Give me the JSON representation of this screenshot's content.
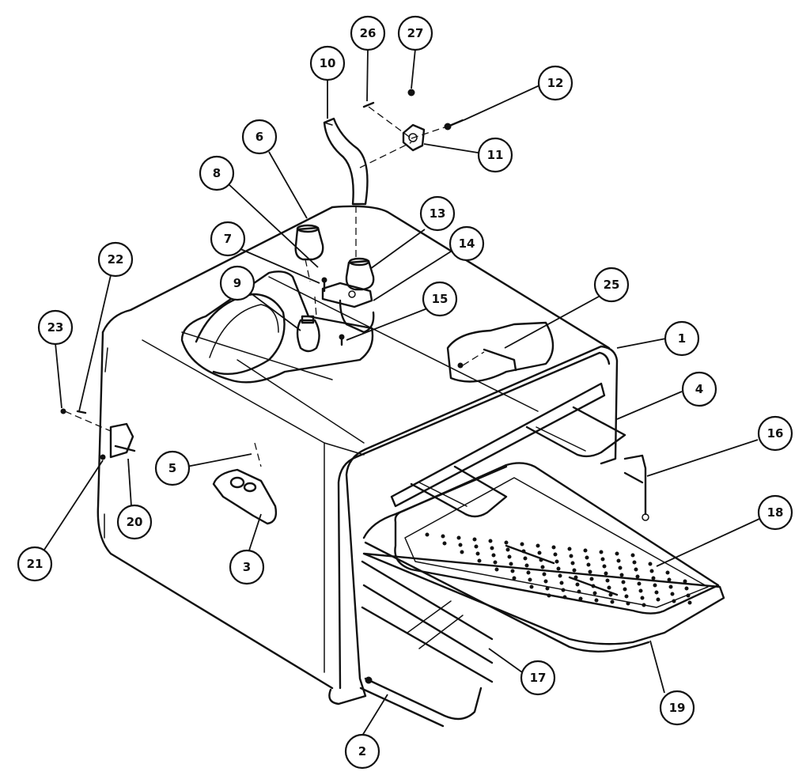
{
  "callouts": [
    {
      "id": "1",
      "label": "1"
    },
    {
      "id": "2",
      "label": "2"
    },
    {
      "id": "3",
      "label": "3"
    },
    {
      "id": "4",
      "label": "4"
    },
    {
      "id": "5",
      "label": "5"
    },
    {
      "id": "6",
      "label": "6"
    },
    {
      "id": "7",
      "label": "7"
    },
    {
      "id": "8",
      "label": "8"
    },
    {
      "id": "9",
      "label": "9"
    },
    {
      "id": "10",
      "label": "10"
    },
    {
      "id": "11",
      "label": "11"
    },
    {
      "id": "12",
      "label": "12"
    },
    {
      "id": "13",
      "label": "13"
    },
    {
      "id": "14",
      "label": "14"
    },
    {
      "id": "15",
      "label": "15"
    },
    {
      "id": "16",
      "label": "16"
    },
    {
      "id": "17",
      "label": "17"
    },
    {
      "id": "18",
      "label": "18"
    },
    {
      "id": "19",
      "label": "19"
    },
    {
      "id": "20",
      "label": "20"
    },
    {
      "id": "21",
      "label": "21"
    },
    {
      "id": "22",
      "label": "22"
    },
    {
      "id": "23",
      "label": "23"
    },
    {
      "id": "25",
      "label": "25"
    },
    {
      "id": "26",
      "label": "26"
    },
    {
      "id": "27",
      "label": "27"
    }
  ]
}
